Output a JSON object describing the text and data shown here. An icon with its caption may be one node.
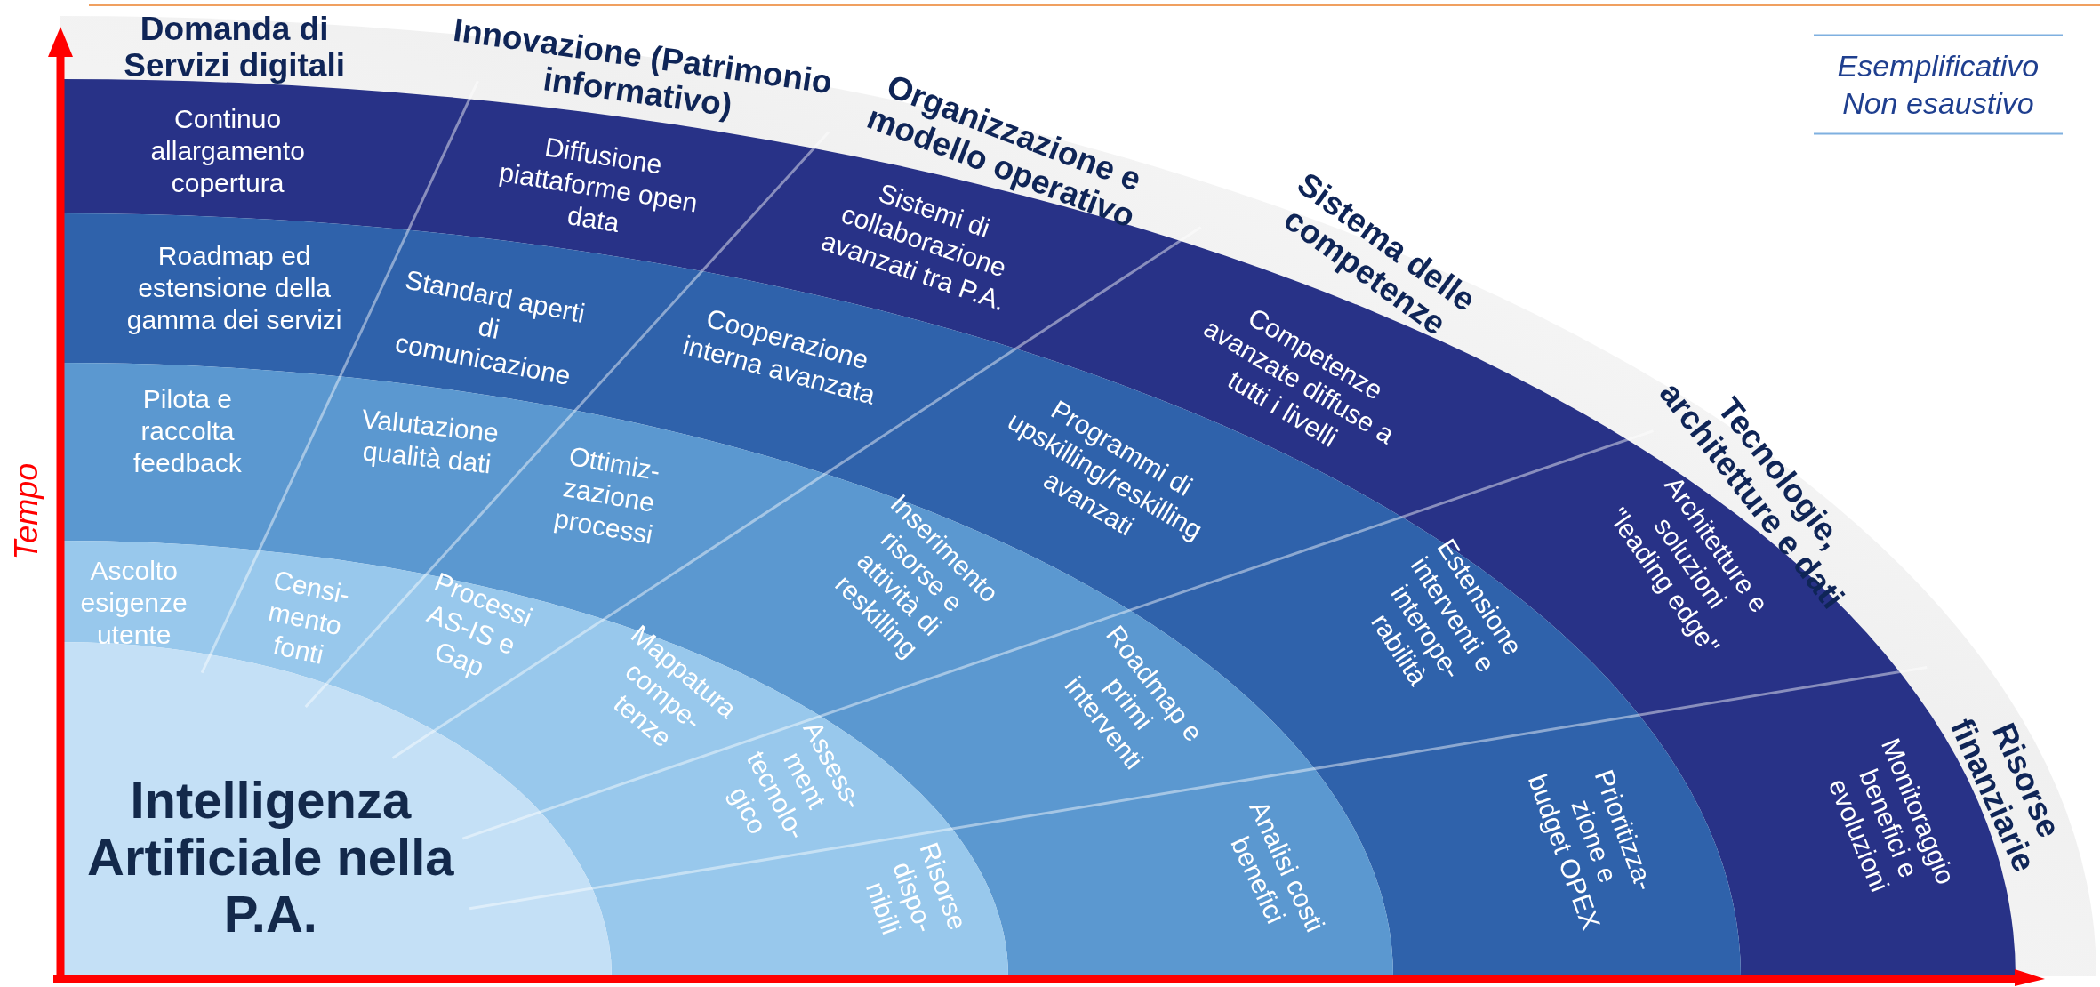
{
  "diagram": {
    "nodes": [
      {
        "text": [
          "Continuo allargamento copertura"
        ]
      },
      {
        "text": [
          "Roadmap ed estensione della gamma dei servizi"
        ]
      },
      {
        "text": [
          "Pilota e raccolta feedback"
        ]
      },
      {
        "text": [
          "Ascolto esigenze utente"
        ]
      },
      {
        "text": [
          "Diffusione piattaforme open data"
        ]
      },
      {
        "text": [
          "Standard aperti di comunicazione"
        ]
      },
      {
        "text": [
          "Valutazione qualità dati"
        ]
      },
      {
        "text": [
          "Censi- mento fonti"
        ]
      },
      {
        "text": [
          "Sistemi di collaborazione avanzati tra P.A."
        ]
      },
      {
        "text": [
          "Cooperazione interna avanzata"
        ]
      },
      {
        "text": [
          "Ottimiz- zazione processi"
        ]
      },
      {
        "text": [
          "Processi AS-IS e Gap"
        ]
      },
      {
        "text": [
          "Competenze avanzate diffuse a tutti i livelli"
        ]
      },
      {
        "text": [
          "Programmi di upskilling/reskilling avanzati"
        ]
      },
      {
        "text": [
          "Inserimento risorse e attività di reskilling"
        ]
      },
      {
        "text": [
          "Mappatura compe- tenze"
        ]
      },
      {
        "text": [
          "Architetture e soluzioni \"leading edge\""
        ]
      },
      {
        "text": [
          "Estensione interventi e interope- rabilità"
        ]
      },
      {
        "text": [
          "Roadmap e primi interventi"
        ]
      },
      {
        "text": [
          "Assess- ment tecnolo- gico"
        ]
      },
      {
        "text": [
          "Monitoraggio benefici e evoluzioni"
        ]
      },
      {
        "text": [
          "Prioritizza- zione e budget OPEX"
        ]
      },
      {
        "text": [
          "Analisi costi benefici"
        ]
      },
      {
        "text": [
          "Risorse dispo- nibili"
        ]
      },
      {
        "text": [
          "Intelligenza Artificiale nella P.A."
        ]
      }
    ],
    "labels": [
      "Domanda di Servizi digitali",
      "Innovazione (Patrimonio informativo)",
      "Esemplificativo Non esaustivo",
      "Organizzazione e modello operativo",
      "Sistema delle competenze",
      "Tecnologie, architetture e dati",
      "Tempo",
      "Risorse finanziarie"
    ]
  }
}
